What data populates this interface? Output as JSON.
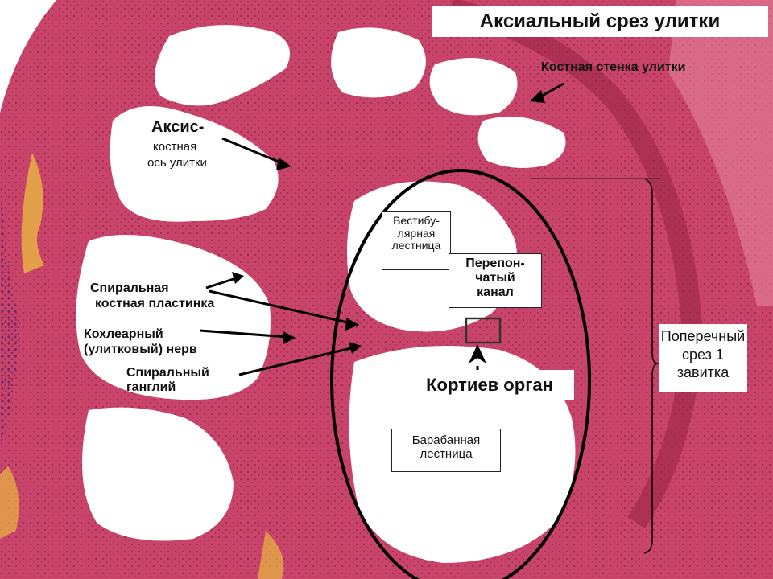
{
  "title": "Аксиальный срез улитки",
  "labels": {
    "bone_wall": "Костная стенка улитки",
    "axis_word": "Аксис-",
    "axis_l1": "костная",
    "axis_l2": "ось улитки",
    "lamina_l1": "Спиральная",
    "lamina_l2": "костная пластинка",
    "nerve_l1": "Кохлеарный",
    "nerve_l2": "(улитковый) нерв",
    "ganglion_l1": "Спиральный",
    "ganglion_l2": "ганглий",
    "vestibular_l1": "Вестибу-",
    "vestibular_l2": "лярная",
    "vestibular_l3": "лестница",
    "membranous_l1": "Перепон-",
    "membranous_l2": "чатый",
    "membranous_l3": "канал",
    "corti": "Кортиев орган",
    "tympanic_l1": "Барабанная",
    "tympanic_l2": "лестница",
    "section_l1": "Поперечный",
    "section_l2": "срез 1",
    "section_l3": "завитка"
  },
  "colors": {
    "tissue": "#c9446a",
    "tissue_dark": "#9a2448",
    "tissue_light": "#e88aa3",
    "space": "#ffffff",
    "yellow": "#e8b840",
    "purple": "#6e2a7a",
    "line": "#000000"
  }
}
